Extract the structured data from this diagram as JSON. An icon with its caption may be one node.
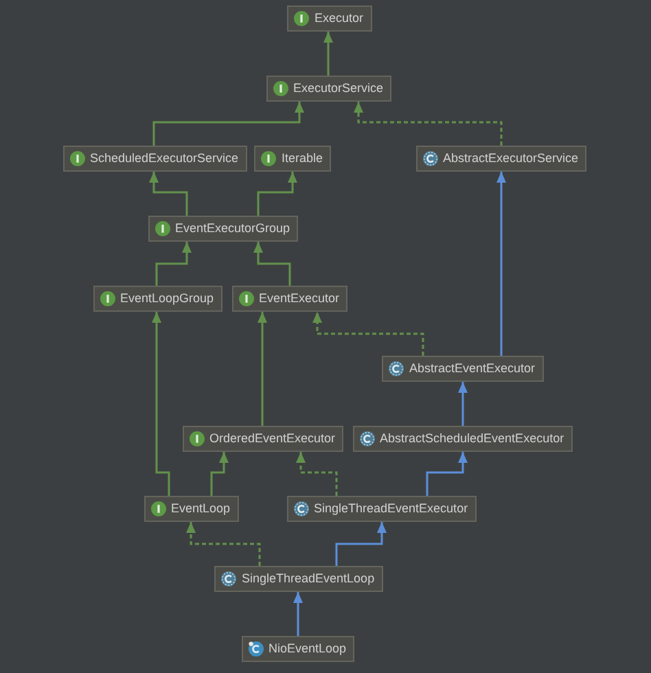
{
  "diagram": {
    "nodes": [
      {
        "text": [
          "Executor"
        ]
      },
      {
        "text": [
          "ExecutorService"
        ]
      },
      {
        "text": [
          "ScheduledExecutorService"
        ]
      },
      {
        "text": [
          "Iterable"
        ]
      },
      {
        "text": [
          "AbstractExecutorService"
        ]
      },
      {
        "text": [
          "EventExecutorGroup"
        ]
      },
      {
        "text": [
          "EventLoopGroup"
        ]
      },
      {
        "text": [
          "EventExecutor"
        ]
      },
      {
        "text": [
          "AbstractEventExecutor"
        ]
      },
      {
        "text": [
          "OrderedEventExecutor"
        ]
      },
      {
        "text": [
          "AbstractScheduledEventExecutor"
        ]
      },
      {
        "text": [
          "EventLoop"
        ]
      },
      {
        "text": [
          "SingleThreadEventExecutor"
        ]
      },
      {
        "text": [
          "SingleThreadEventLoop"
        ]
      },
      {
        "text": [
          "NioEventLoop"
        ]
      }
    ],
    "edges": [
      {
        "from": 1,
        "to": 0,
        "arrow": "to"
      },
      {
        "from": 2,
        "to": 1,
        "arrow": "to"
      },
      {
        "from": 4,
        "to": 1,
        "arrow": "to",
        "style": "dashed"
      },
      {
        "from": 5,
        "to": 2,
        "arrow": "to"
      },
      {
        "from": 5,
        "to": 3,
        "arrow": "to"
      },
      {
        "from": 6,
        "to": 5,
        "arrow": "to"
      },
      {
        "from": 7,
        "to": 5,
        "arrow": "to"
      },
      {
        "from": 8,
        "to": 7,
        "arrow": "to",
        "style": "dashed"
      },
      {
        "from": 8,
        "to": 4,
        "arrow": "to",
        "color": "#5b8fd9"
      },
      {
        "from": 9,
        "to": 7,
        "arrow": "to"
      },
      {
        "from": 10,
        "to": 8,
        "arrow": "to",
        "color": "#5b8fd9"
      },
      {
        "from": 11,
        "to": 6,
        "arrow": "to"
      },
      {
        "from": 11,
        "to": 9,
        "arrow": "to"
      },
      {
        "from": 12,
        "to": 9,
        "arrow": "to",
        "style": "dashed"
      },
      {
        "from": 12,
        "to": 10,
        "arrow": "to",
        "color": "#5b8fd9"
      },
      {
        "from": 13,
        "to": 11,
        "arrow": "to",
        "style": "dashed"
      },
      {
        "from": 13,
        "to": 12,
        "arrow": "to",
        "color": "#5b8fd9"
      },
      {
        "from": 14,
        "to": 13,
        "arrow": "to",
        "color": "#5b8fd9"
      }
    ]
  }
}
